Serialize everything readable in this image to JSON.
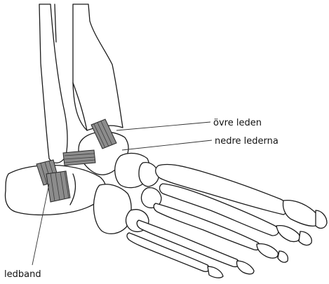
{
  "labels": {
    "upper_joint": "övre leden",
    "lower_joints": "nedre lederna",
    "ligament": "ledband"
  },
  "colors": {
    "bone_fill": "#ffffff",
    "outline": "#1a1a1a",
    "ligament": "#8c8c8c",
    "text": "#111111"
  }
}
